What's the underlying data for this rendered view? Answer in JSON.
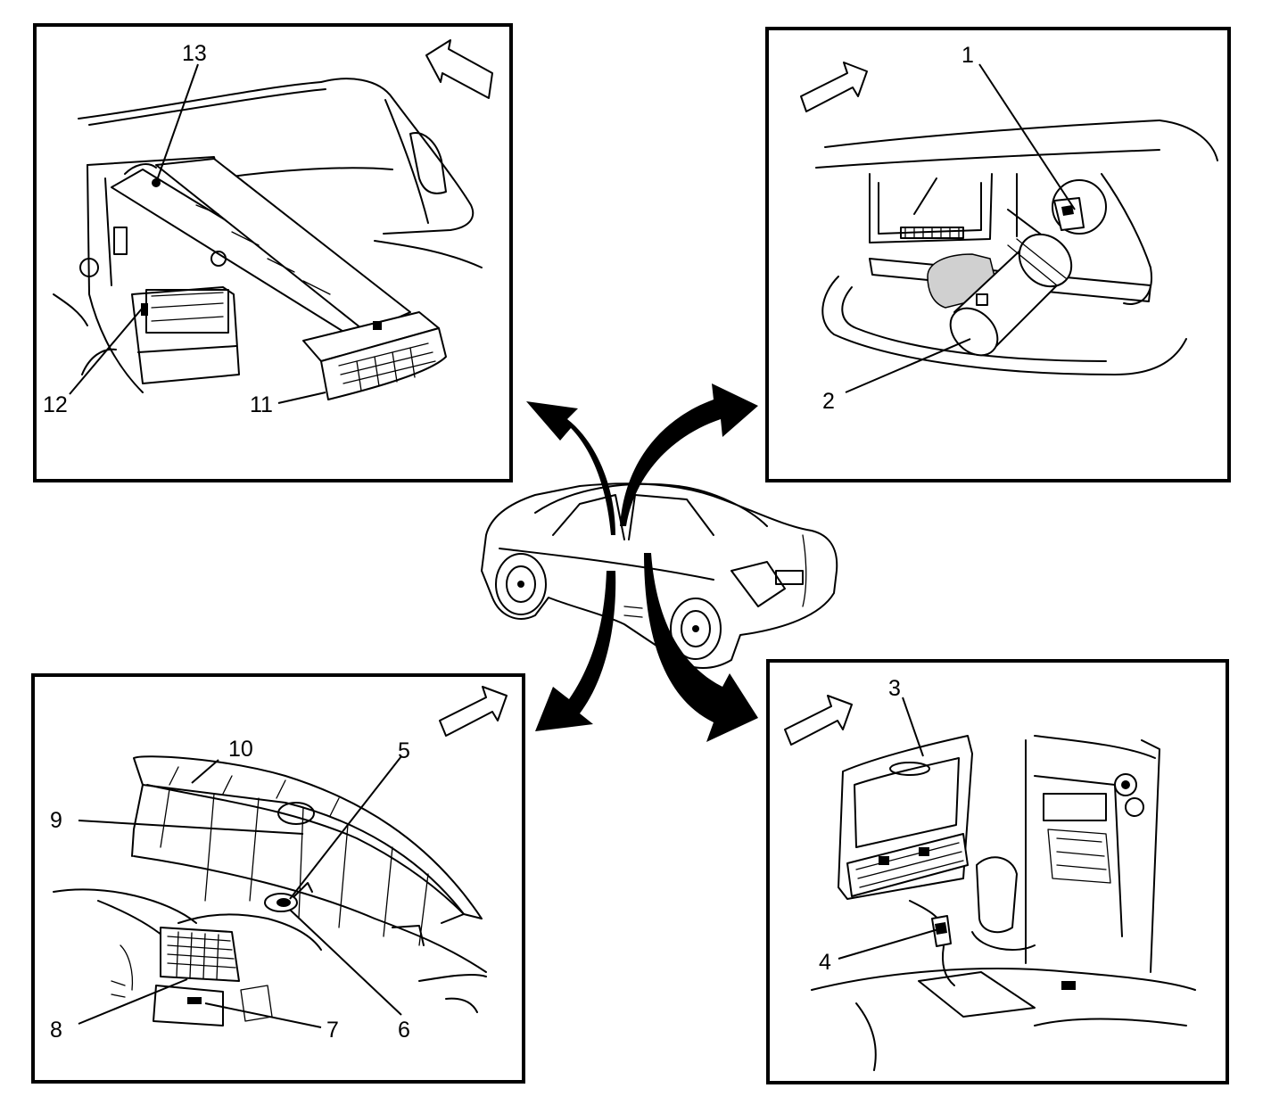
{
  "callouts": {
    "c1": "1",
    "c2": "2",
    "c3": "3",
    "c4": "4",
    "c5": "5",
    "c6": "6",
    "c7": "7",
    "c8": "8",
    "c9": "9",
    "c10": "10",
    "c11": "11",
    "c12": "12",
    "c13": "13"
  },
  "icons": {
    "direction_arrow": "forward-direction-arrow-icon",
    "curved_arrow": "curved-pointer-arrow-icon"
  },
  "colors": {
    "line": "#000000",
    "background": "#ffffff"
  }
}
